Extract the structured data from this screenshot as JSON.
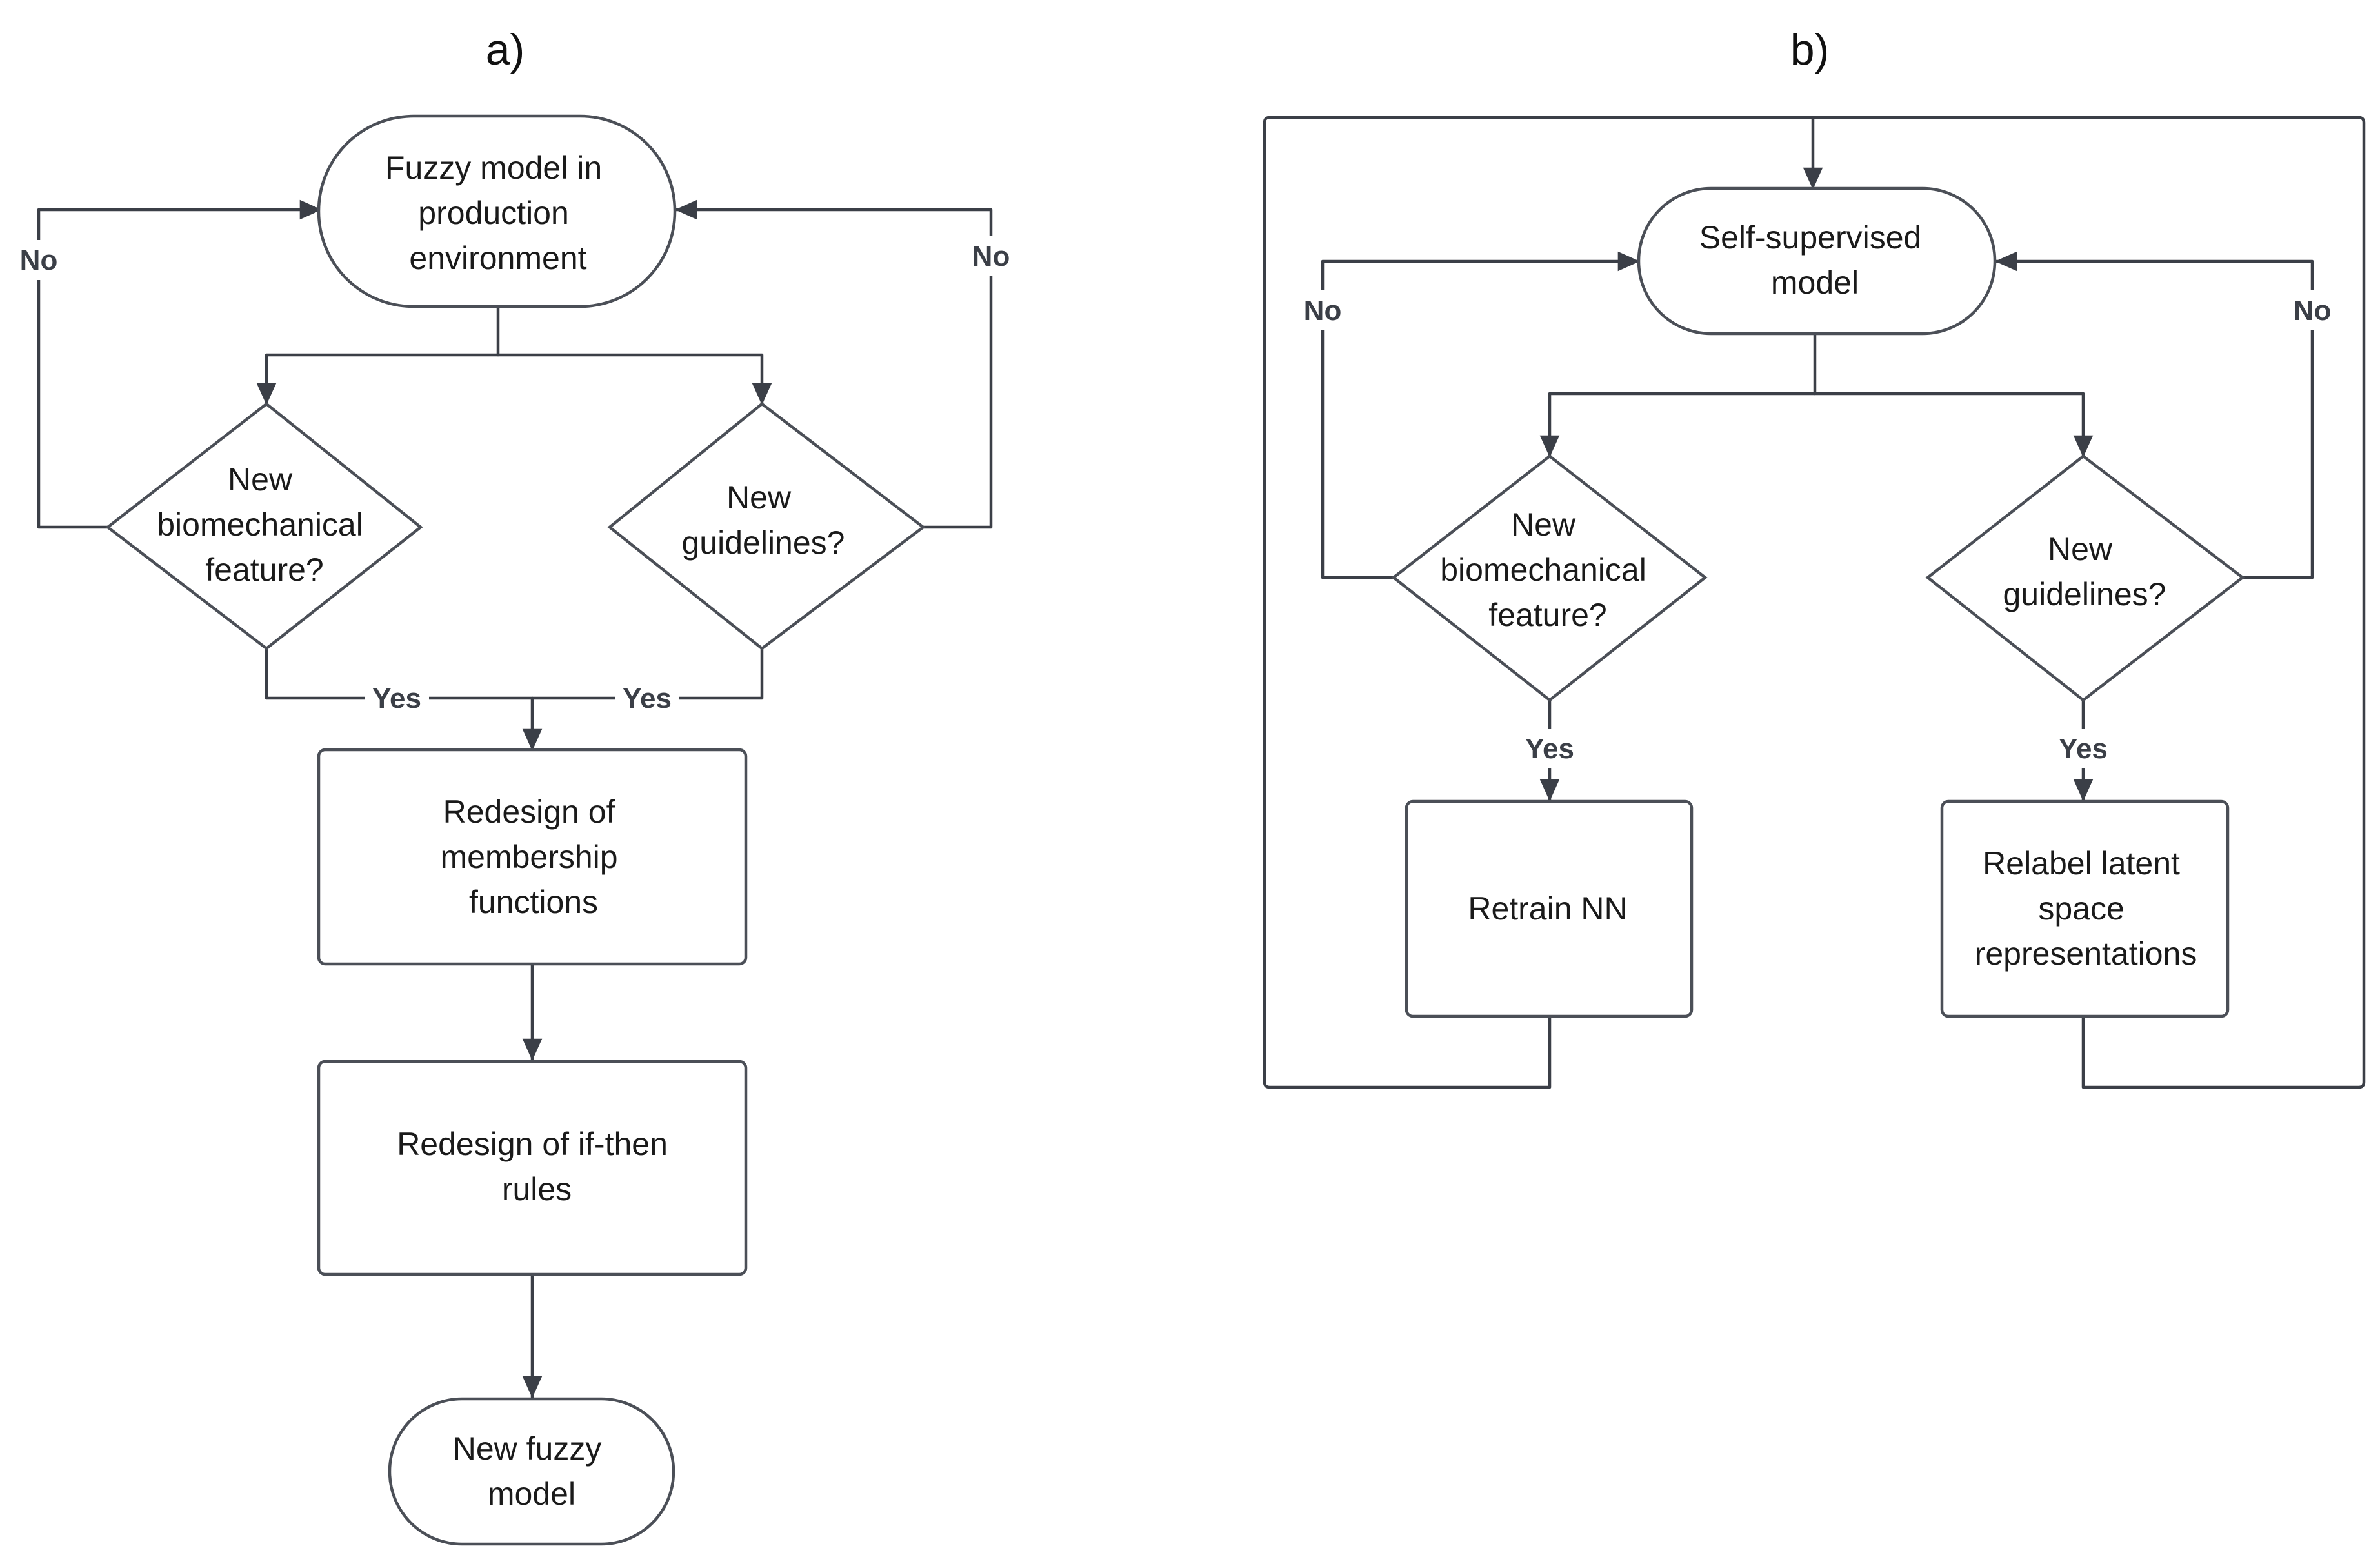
{
  "panel_a": {
    "label": "a)",
    "nodes": {
      "start": [
        "Fuzzy model in",
        "production",
        "environment"
      ],
      "decision_biomech": [
        "New",
        "biomechanical",
        "feature?"
      ],
      "decision_guidelines": [
        "New",
        "guidelines?"
      ],
      "redesign_membership": [
        "Redesign of",
        "membership",
        "functions"
      ],
      "redesign_rules": [
        "Redesign of if-then",
        "rules"
      ],
      "end": [
        "New fuzzy",
        "model"
      ]
    },
    "edges": {
      "no_left": "No",
      "no_right": "No",
      "yes_left": "Yes",
      "yes_right": "Yes"
    }
  },
  "panel_b": {
    "label": "b)",
    "nodes": {
      "start": [
        "Self-supervised",
        "model"
      ],
      "decision_biomech": [
        "New",
        "biomechanical",
        "feature?"
      ],
      "decision_guidelines": [
        "New",
        "guidelines?"
      ],
      "retrain": [
        "Retrain NN"
      ],
      "relabel": [
        "Relabel latent",
        "space",
        "representations"
      ]
    },
    "edges": {
      "no_left": "No",
      "no_right": "No",
      "yes_left": "Yes",
      "yes_right": "Yes"
    }
  }
}
